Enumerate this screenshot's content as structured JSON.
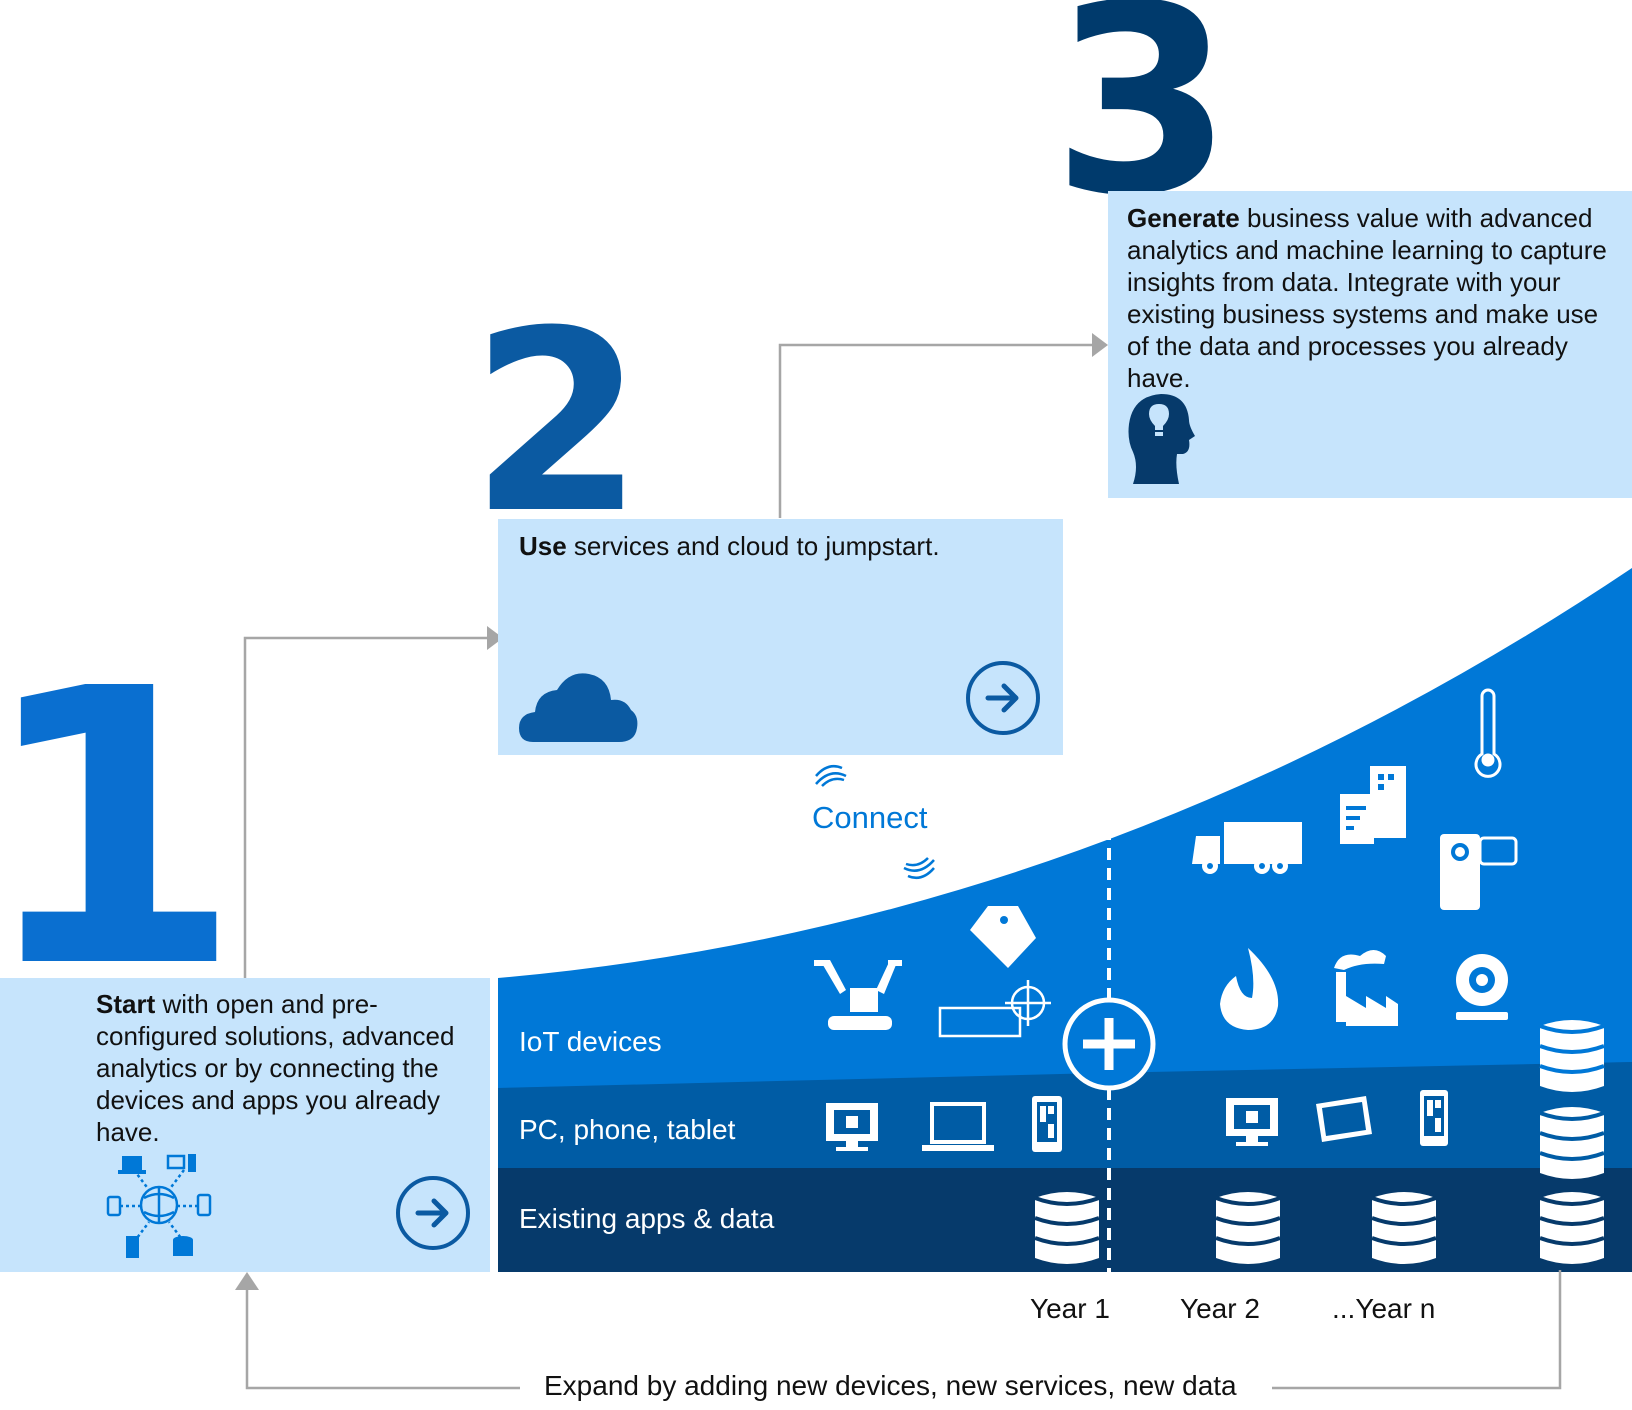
{
  "steps": [
    {
      "number": "1",
      "verb": "Start",
      "text": " with open and pre-configured solutions, advanced analytics or by connecting the devices and apps you already have."
    },
    {
      "number": "2",
      "verb": "Use",
      "text": " services and cloud to jumpstart."
    },
    {
      "number": "3",
      "verb": "Generate",
      "text": " business value with advanced analytics and machine learning to capture insights from data. Integrate with your existing business systems and make use of the data and processes you already have."
    }
  ],
  "connect_label": "Connect",
  "bands": {
    "iot": "IoT devices",
    "pc": "PC, phone, tablet",
    "apps": "Existing apps & data"
  },
  "years": [
    "Year 1",
    "Year 2",
    "...Year n"
  ],
  "footer": "Expand by adding new devices, new services, new data",
  "colors": {
    "light_box": "#c6e4fc",
    "iot_blue": "#0078d7",
    "pc_blue": "#005ca5",
    "apps_navy": "#063a6b",
    "number_dark": "#003a6c",
    "number_mid": "#0b5aa2",
    "number_bright": "#0a6fd0",
    "connector_gray": "#a6a6a6"
  },
  "icons": [
    "devices-network-icon",
    "cloud-icon",
    "arrow-circle-icon",
    "head-lightbulb-icon",
    "wifi-icon",
    "robot-arm-icon",
    "tag-icon",
    "target-sensor-icon",
    "plus-circle-icon",
    "truck-icon",
    "buildings-icon",
    "thermometer-icon",
    "camera-icon",
    "fire-icon",
    "factory-icon",
    "webcam-icon",
    "desktop-icon",
    "laptop-icon",
    "phone-icon",
    "tablet-icon",
    "database-icon"
  ]
}
